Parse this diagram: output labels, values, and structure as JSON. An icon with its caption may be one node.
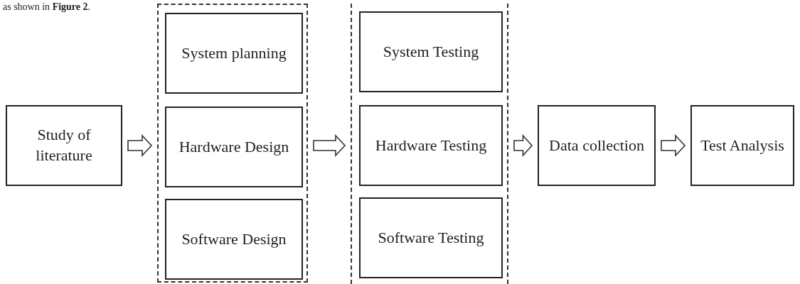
{
  "diagram": {
    "nodes": [
      {
        "text": [
          "Study of literature"
        ]
      },
      {
        "text": [],
        "shape": "box"
      },
      {
        "text": [
          "System planning"
        ],
        "in": 1
      },
      {
        "text": [
          "Hardware Design"
        ],
        "in": 1
      },
      {
        "text": [
          "Software Design"
        ],
        "in": 1
      },
      {
        "text": [],
        "shape": "box"
      },
      {
        "text": [
          "System Testing"
        ],
        "in": 5
      },
      {
        "text": [
          "Hardware Testing"
        ],
        "in": 5
      },
      {
        "text": [
          "Software Testing"
        ],
        "in": 5
      },
      {
        "text": [
          "Data collection"
        ]
      },
      {
        "text": [
          "Test Analysis"
        ]
      }
    ],
    "edges": [
      {
        "from": 0,
        "to": 1,
        "arrow": "to"
      },
      {
        "from": 1,
        "to": 5,
        "arrow": "to"
      },
      {
        "from": 5,
        "to": 9,
        "arrow": "to"
      },
      {
        "from": 9,
        "to": 10,
        "arrow": "to"
      }
    ],
    "labels": [
      "as shown in **Figure 2**."
    ]
  }
}
